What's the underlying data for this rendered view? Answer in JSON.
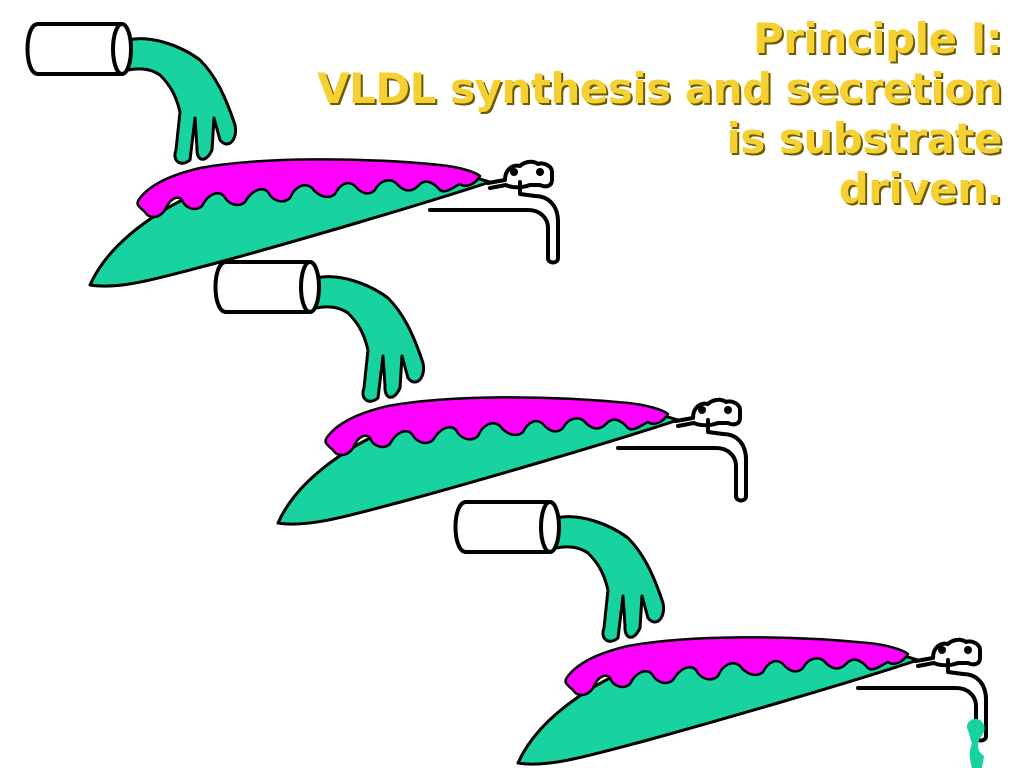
{
  "title": {
    "lines": [
      "Principle I:",
      "VLDL synthesis and secretion",
      "is substrate",
      "driven."
    ],
    "color": "#f5d032"
  },
  "colors": {
    "liver": "#18d3a0",
    "lipid": "#ff00ff",
    "outline": "#000000"
  },
  "icons": [
    "pipe-icon",
    "substrate-stream",
    "liver-cell",
    "lipid-droplet",
    "faucet-icon",
    "vldl-drip"
  ]
}
